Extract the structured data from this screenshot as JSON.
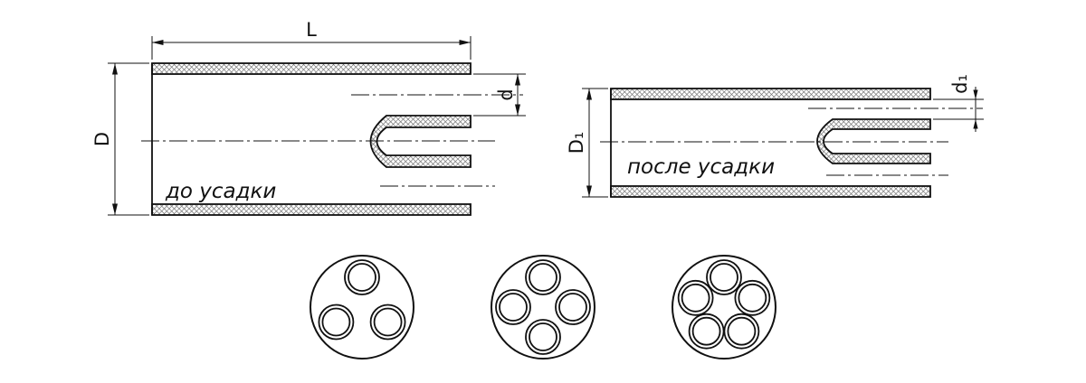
{
  "before": {
    "caption": "до усадки",
    "length_label": "L",
    "outer_label": "D",
    "inner_label": "d"
  },
  "after": {
    "caption": "после усадки",
    "outer_label": "D₁",
    "inner_label": "d₁"
  },
  "cross_sections": [
    {
      "cables": 3
    },
    {
      "cables": 4
    },
    {
      "cables": 5
    }
  ],
  "colors": {
    "line": "#111111",
    "background": "#ffffff",
    "hatch": "#777777"
  }
}
